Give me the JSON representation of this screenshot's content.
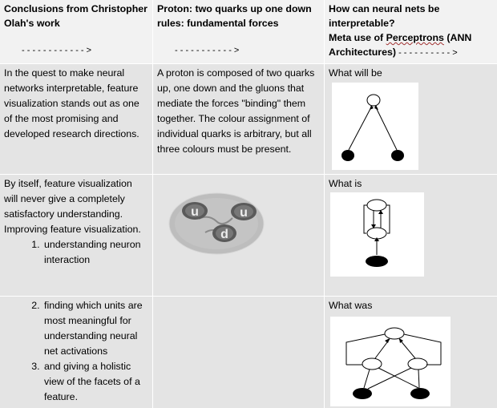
{
  "header": {
    "col1": {
      "line1": "Conclusions from Christopher",
      "line2": "Olah's work",
      "arrow": "- - - - - - - - - - - - >"
    },
    "col2": {
      "line1": "Proton: two quarks up one down",
      "line2": "rules: fundamental forces",
      "arrow": "- - - - - - - - - - - >"
    },
    "col3": {
      "line1": "How can neural nets be",
      "line2": "interpretable?",
      "line3_pre": "Meta use of ",
      "line3_word": "Perceptrons",
      "line3_post": " (ANN",
      "line4": "Architectures)",
      "arrow": " - - - - - - - - - - >"
    }
  },
  "rows": [
    {
      "col1": "In the quest to make neural networks interpretable, feature visualization stands out as one of the most promising and developed research directions.",
      "col2": "A proton is composed of two quarks up, one down and the gluons that mediate the forces \"binding\" them together. The colour assignment of individual quarks is arbitrary, but all three colours must be present.",
      "col3_label": "What will be"
    },
    {
      "col1": "By itself, feature visualization will never give a completely satisfactory understanding. Improving feature visualization.",
      "list_item_1": "understanding neuron interaction",
      "col3_label": "What is",
      "quarks": [
        "u",
        "u",
        "d"
      ]
    },
    {
      "list_item_2": "finding which units are most meaningful for understanding neural net activations",
      "list_item_3": "and giving a holistic view of the facets of a feature.",
      "col3_label": "What was"
    }
  ]
}
